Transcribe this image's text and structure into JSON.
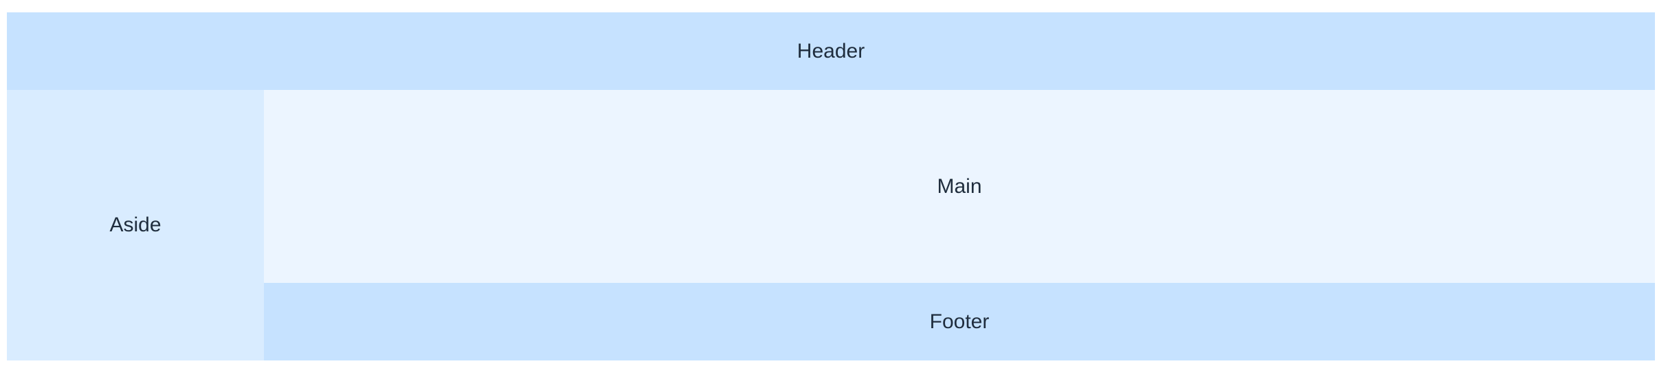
{
  "header": {
    "label": "Header",
    "bg": "#c6e2ff"
  },
  "aside": {
    "label": "Aside",
    "bg": "#d9ecff"
  },
  "main": {
    "label": "Main",
    "bg": "#ecf5ff"
  },
  "footer": {
    "label": "Footer",
    "bg": "#c6e2ff"
  },
  "text_color": "#1f2d3d"
}
